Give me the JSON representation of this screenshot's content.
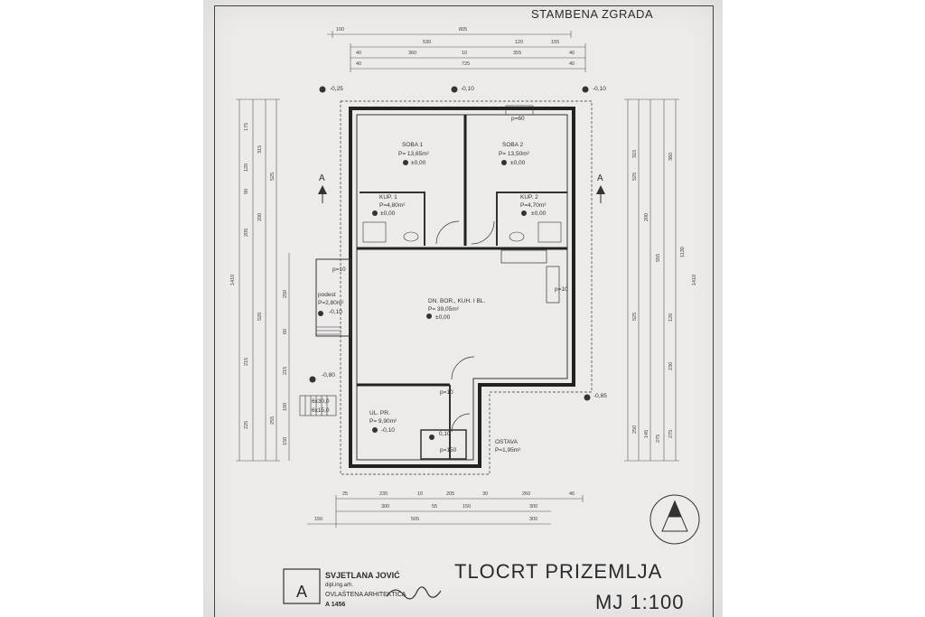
{
  "header": {
    "project_title": "STAMBENA ZGRADA"
  },
  "title_block": {
    "drawing_title": "TLOCRT PRIZEMLJA",
    "scale": "MJ 1:100",
    "author_name": "SVJETLANA JOVIĆ",
    "author_degree": "dipl.ing.arh.",
    "author_role": "OVLAŠTENA ARHITEKTICA",
    "license_no": "A 1456",
    "stamp_letter": "A"
  },
  "rooms": [
    {
      "name": "SOBA 1",
      "area": "P= 13,65m²",
      "level": "±0,00"
    },
    {
      "name": "SOBA 2",
      "area": "P= 13,50m²",
      "level": "±0,00"
    },
    {
      "name": "KUP. 1",
      "area": "P=4,80m²",
      "level": "±0,00"
    },
    {
      "name": "KUP. 2",
      "area": "P=4,70m²",
      "level": "±0,00"
    },
    {
      "name": "DN. BOR., KUH. I BL.",
      "area": "P= 39,05m²",
      "level": "±0,00"
    },
    {
      "name": "UL. PR.",
      "area": "P= 9,90m²",
      "level": "-0,10"
    },
    {
      "name": "OSTAVA",
      "area": "P=1,95m²",
      "level": ""
    },
    {
      "name": "podest",
      "area": "P=2,80m²",
      "level": "-0,10"
    }
  ],
  "levels": {
    "top_left": "-0,25",
    "top_mid": "-0,10",
    "top_right": "-0,10",
    "left_low": "-0,80",
    "right_low": "-0,85",
    "entry": "0,10"
  },
  "section_marker": "A",
  "notes": {
    "p60": "p=60",
    "p10_left": "p=10",
    "p10_right": "p=10",
    "p10_bottom": "p=10",
    "p150": "p=150",
    "stairs1": "6x30,0",
    "stairs2": "6x15,0"
  },
  "dims_top": {
    "row1": [
      "100",
      "805"
    ],
    "row2": [
      "530",
      "120",
      "155"
    ],
    "row3": [
      "40",
      "360",
      "10",
      "355",
      "40"
    ],
    "row4": [
      "40",
      "725",
      "40"
    ]
  },
  "dims_bottom": {
    "row1": [
      "25",
      "235",
      "10",
      "205",
      "30",
      "260",
      "40"
    ],
    "row2": [
      "300",
      "55",
      "150",
      "300"
    ],
    "row3": [
      "150",
      "505",
      "300"
    ]
  },
  "dims_left": [
    "175",
    "315",
    "120",
    "90",
    "200",
    "205",
    "525",
    "250",
    "520",
    "215",
    "60",
    "215",
    "100",
    "255",
    "225",
    "150",
    "1410"
  ],
  "dims_right": [
    "315",
    "360",
    "525",
    "200",
    "555",
    "120",
    "525",
    "230",
    "1130",
    "145",
    "275",
    "1410",
    "250",
    "275"
  ]
}
